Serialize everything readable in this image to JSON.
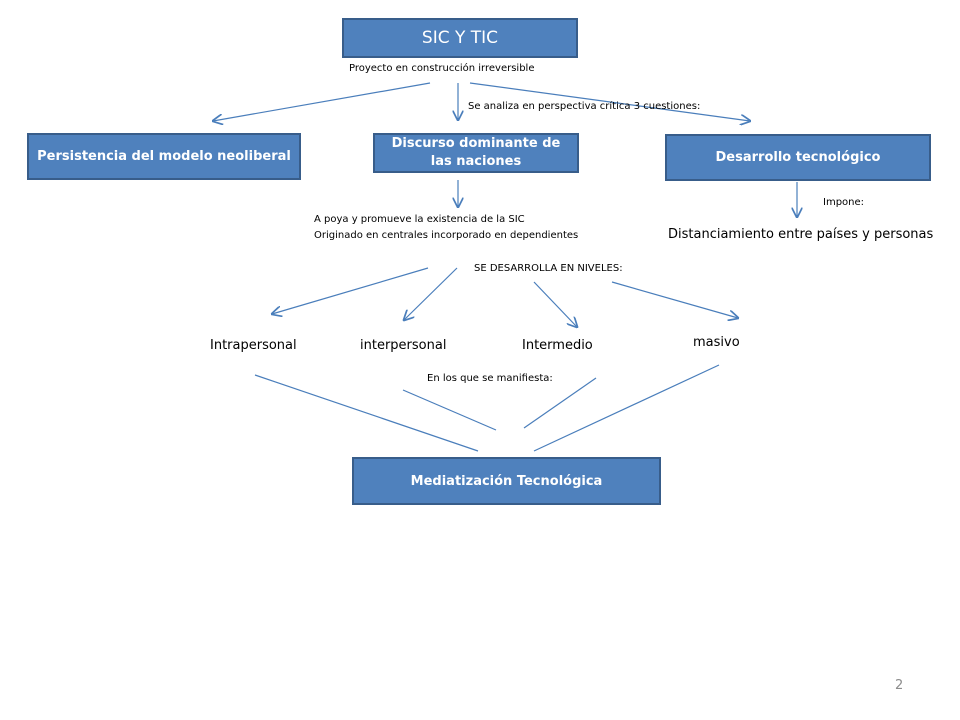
{
  "title": "SIC Y TIC",
  "subtitle": "Proyecto en construcción irreversible",
  "analysis_note": "Se analiza en perspectiva  crítica 3 cuestiones:",
  "boxes": {
    "left": "Persistencia del modelo neoliberal",
    "center": "Discurso dominante de las naciones",
    "right": "Desarrollo tecnológico",
    "bottom": "Mediatización Tecnológica"
  },
  "center_notes": {
    "line1": "A poya y promueve la existencia de la SIC",
    "line2": "Originado en centrales incorporado en dependientes"
  },
  "right_notes": {
    "impone": "Impone:",
    "result": "Distanciamiento entre países y personas"
  },
  "levels_label": "SE DESARROLLA EN NIVELES:",
  "levels": [
    "Intrapersonal",
    "interpersonal",
    "Intermedio",
    "masivo"
  ],
  "manifest_label": "En los que se manifiesta:",
  "page_number": "2",
  "colors": {
    "box_fill": "#4f81bd",
    "box_border": "#385d8a",
    "line": "#4a7ebb"
  }
}
